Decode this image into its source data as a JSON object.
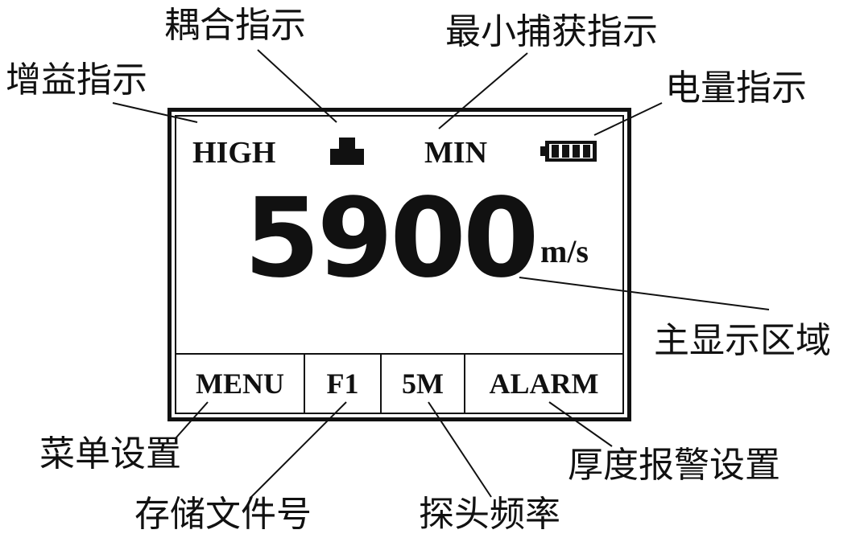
{
  "callouts": {
    "coupling": "耦合指示",
    "min_capture": "最小捕获指示",
    "gain": "增益指示",
    "battery": "电量指示",
    "main_display": "主显示区域",
    "menu_setting": "菜单设置",
    "thickness_alarm": "厚度报警设置",
    "file_number": "存储文件号",
    "probe_frequency": "探头频率"
  },
  "lcd": {
    "gain_mode": "HIGH",
    "capture_mode": "MIN",
    "reading": "5900",
    "unit": "m/s",
    "battery_bars": 4,
    "softkeys": [
      "MENU",
      "F1",
      "5M",
      "ALARM"
    ]
  },
  "colors": {
    "ink": "#111111",
    "background": "#ffffff"
  }
}
